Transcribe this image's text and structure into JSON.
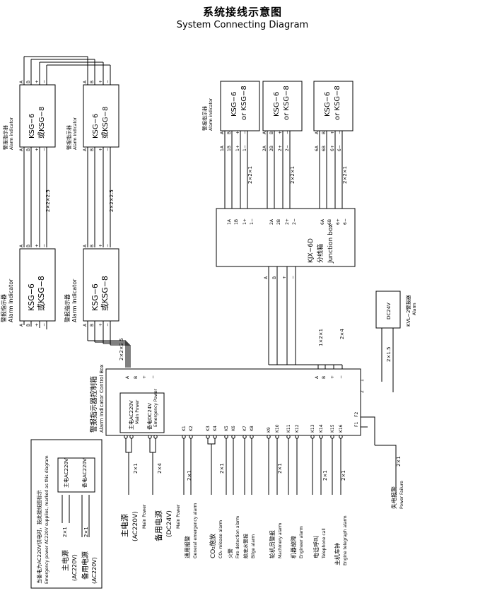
{
  "title": "系统接线示意图",
  "subtitle": "System Connecting Diagram",
  "alarm_indicator_cn": "警报指示器",
  "alarm_indicator_en": "Alarm Indicator",
  "alarm_indicator_en_small": "Alarm  indicator",
  "ksg_a": "KSG−6",
  "ksg_b": "或KSG−8",
  "ksg_c": "or KSG−8",
  "cable_2x2x2_5": "2×2×2.5",
  "cable_2x2x1": "2×2×1",
  "cable_1x2x1": "1×2×1",
  "cable_2x4": "2×4",
  "cable_2x1": "2×1",
  "cable_2x1_5": "2×1.5",
  "junction_model": "KJX−6D",
  "junction_cn": "分线箱",
  "junction_en": "Junction  box",
  "term_A": "A",
  "term_B": "B",
  "term_plus": "+",
  "term_minus": "−",
  "term_1A": "1A",
  "term_1B": "1B",
  "term_1p": "1+",
  "term_1m": "1−",
  "term_2A": "2A",
  "term_2B": "2B",
  "term_2p": "2+",
  "term_2m": "2−",
  "term_6A": "6A",
  "term_6B": "6B",
  "term_6p": "6+",
  "term_6m": "6−",
  "control_cn": "警报指示器控制箱",
  "control_en": "Alarm Indicator Control Box",
  "kvl_cn": "KVL−2警报器",
  "kvl_en": "Alarm",
  "dc24v": "DC24V",
  "main_ac": "主电AC220V",
  "main_power_en": "Main Power",
  "standby_dc": "备电DC24V",
  "emergency_power_en": "Emergency Power",
  "main_source_cn": "主电源",
  "ac220v_paren": "(AC220V)",
  "standby_source_cn": "备用电源",
  "dc24v_paren": "(DC24V)",
  "inputs": [
    "K1",
    "K2",
    "K3",
    "K4",
    "K5",
    "K6",
    "K7",
    "K8",
    "K9",
    "K10",
    "K11",
    "K12",
    "K13",
    "K14",
    "K15",
    "K16"
  ],
  "relay_1": "1",
  "relay_2": "2",
  "fuse_1": "F1",
  "fuse_2": "F2",
  "alarm_general_cn": "通用报警",
  "alarm_general_en": "General  emergency  alarm",
  "alarm_co2_cn": "CO₂施放",
  "alarm_co2_en": "CO₂ release alarm",
  "alarm_fire_cn": "火警",
  "alarm_fire_en": "Fire detection  alarm",
  "alarm_bilge_cn": "舱底水警报",
  "alarm_bilge_en": "Bilge  alarm",
  "alarm_machinery_cn": "轮机员警报",
  "alarm_machinery_en": "Machinery  alarm",
  "alarm_engineer_cn": "机器故障",
  "alarm_engineer_en": "Engineer  alarm",
  "alarm_tel_cn": "电话呼叫",
  "alarm_tel_en": "Telephone  call",
  "alarm_telegraph_cn": "主机车钟",
  "alarm_telegraph_en": "Engine  telegraph  alarm",
  "power_failure_cn": "失电报警",
  "power_failure_en": "Power Failure",
  "note_cn": "当备电为AC220V供电时，按此接线图标示",
  "note_en": "Emergency power AC220V supplies, marked as this diagram",
  "note_main_ac": "主电AC220V",
  "note_standby_ac": "备电AC220V",
  "note_main_cn": "主电源",
  "note_main_ac_paren": "(AC220V)",
  "note_standby_cn": "备用电源",
  "note_standby_ac_paren": "(AC220V)"
}
